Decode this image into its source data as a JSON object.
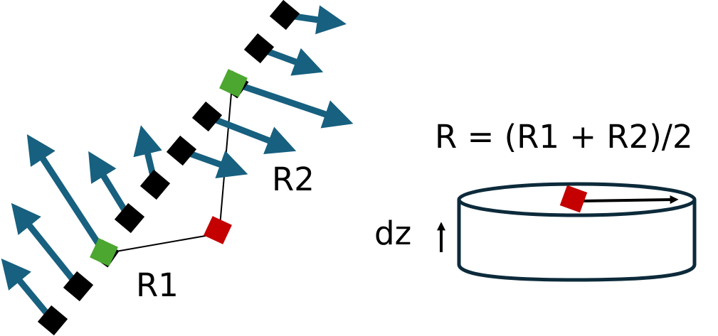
{
  "labels": {
    "r1": "R1",
    "r2": "R2",
    "formula": "R = (R1 + R2)/2",
    "dz": "dz"
  },
  "colors": {
    "atom": "#000000",
    "highlight_atom": "#4ca730",
    "center": "#c40000",
    "vector": "#17607f",
    "cylinder": "#0c2a3a"
  },
  "atoms": [
    {
      "kind": "black",
      "vector": "right"
    },
    {
      "kind": "black",
      "vector": "right"
    },
    {
      "kind": "green",
      "vector": "right"
    },
    {
      "kind": "black",
      "vector": "right"
    },
    {
      "kind": "black",
      "vector": "right"
    },
    {
      "kind": "black",
      "vector": "up"
    },
    {
      "kind": "black",
      "vector": "up-left"
    },
    {
      "kind": "green",
      "vector": "up-left"
    },
    {
      "kind": "black",
      "vector": "up-left"
    },
    {
      "kind": "black",
      "vector": "up-left"
    }
  ]
}
